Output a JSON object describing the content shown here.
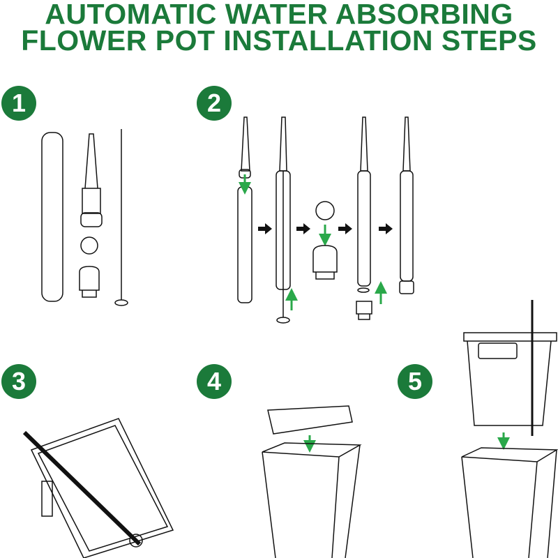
{
  "title": {
    "line1": "AUTOMATIC WATER ABSORBING",
    "line2": "FLOWER POT INSTALLATION STEPS"
  },
  "steps": [
    {
      "number": "1"
    },
    {
      "number": "2"
    },
    {
      "number": "3"
    },
    {
      "number": "4"
    },
    {
      "number": "5"
    }
  ],
  "colors": {
    "accent": "#1b7a3a",
    "arrow_green": "#2aa84a",
    "line": "#111111"
  }
}
